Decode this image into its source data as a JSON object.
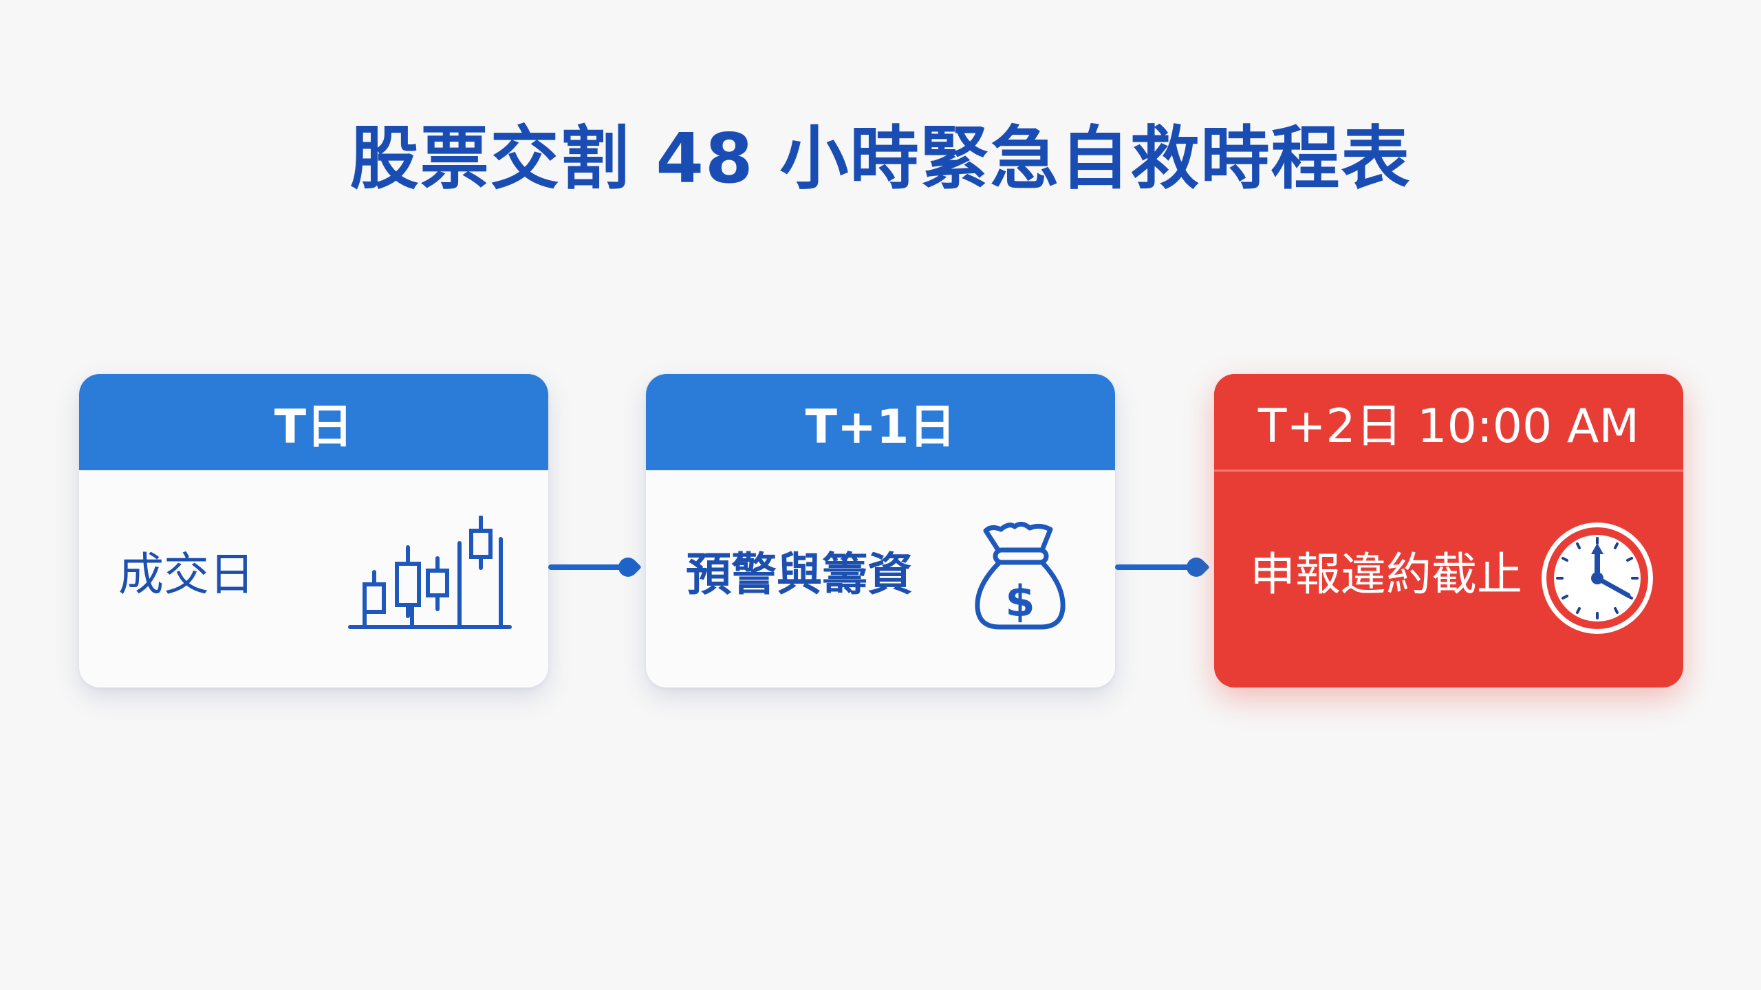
{
  "title": "股票交割 48 小時緊急自救時程表",
  "colors": {
    "background": "#f7f7f7",
    "primary_blue": "#2b7bd8",
    "text_blue": "#1d4faf",
    "alert_red": "#e83d35"
  },
  "steps": [
    {
      "header": "T日",
      "label": "成交日",
      "icon": "candlestick-chart-icon"
    },
    {
      "header": "T+1日",
      "label": "預警與籌資",
      "icon": "money-bag-icon"
    },
    {
      "header": "T+2日 10:00 AM",
      "label": "申報違約截止",
      "icon": "clock-icon"
    }
  ],
  "connectors": [
    "arrow-right",
    "arrow-right"
  ]
}
